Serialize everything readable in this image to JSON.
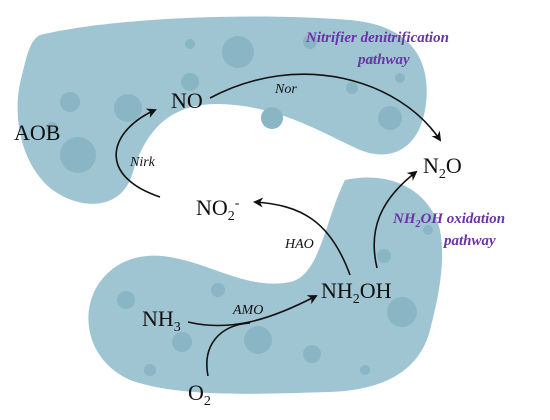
{
  "colors": {
    "cell_fill": "#9fc5d3",
    "cell_spot": "#8ab5c4",
    "arrow": "#111111",
    "pathway_text": "#6a34a7"
  },
  "organism": "AOB",
  "species": {
    "no": "NO",
    "n2o": {
      "base": "N",
      "sub": "2",
      "tail": "O"
    },
    "no2": {
      "base": "NO",
      "sub": "2",
      "sup": "-"
    },
    "nh2oh": "NH2OH",
    "nh3": {
      "base": "NH",
      "sub": "3"
    },
    "o2": {
      "base": "O",
      "sub": "2"
    }
  },
  "enzymes": {
    "nor": "Nor",
    "nirk": "Nirk",
    "hao": "HAO",
    "amo": "AMO"
  },
  "pathways": {
    "nitrifier": {
      "line1": "Nitrifier denitrification",
      "line2": "pathway"
    },
    "nh2oh_oxidation": {
      "line1_base": "NH",
      "line1_sub": "2",
      "line1_tail": "OH oxidation",
      "line2": "pathway"
    }
  },
  "icons": [
    "arrow-icon"
  ]
}
